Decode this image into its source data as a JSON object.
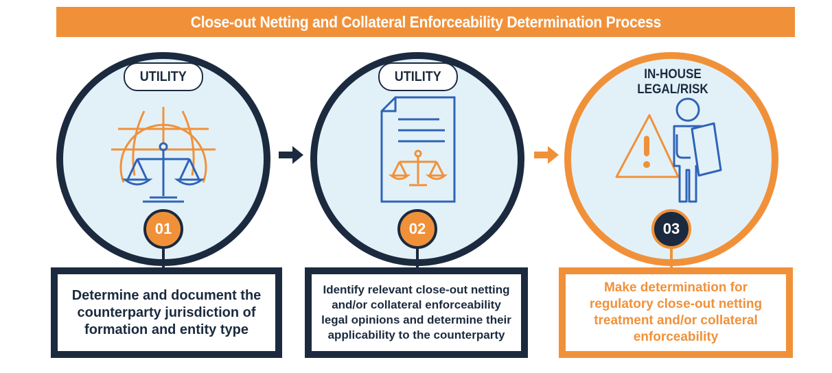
{
  "title": "Close-out Netting and Collateral Enforceability Determination Process",
  "colors": {
    "accent_orange": "#f0913a",
    "navy": "#1b2a3e",
    "circle_fill": "#e2f1f8",
    "icon_blue": "#2f63b8"
  },
  "steps": [
    {
      "role": "UTILITY",
      "number": "01",
      "icon": "globe-scales-icon",
      "text": "Determine and document the counterparty jurisdiction of formation and entity type"
    },
    {
      "role": "UTILITY",
      "number": "02",
      "icon": "document-scales-icon",
      "text": "Identify relevant close-out netting and/or collateral enforceability legal opinions and determine their applicability to the counterparty"
    },
    {
      "role_lines": [
        "IN-HOUSE",
        "LEGAL/RISK"
      ],
      "number": "03",
      "icon": "warning-person-document-icon",
      "text": "Make determination for regulatory close-out netting treatment and/or collateral enforceability"
    }
  ],
  "arrows": [
    "arrow-right-icon",
    "arrow-right-icon"
  ]
}
